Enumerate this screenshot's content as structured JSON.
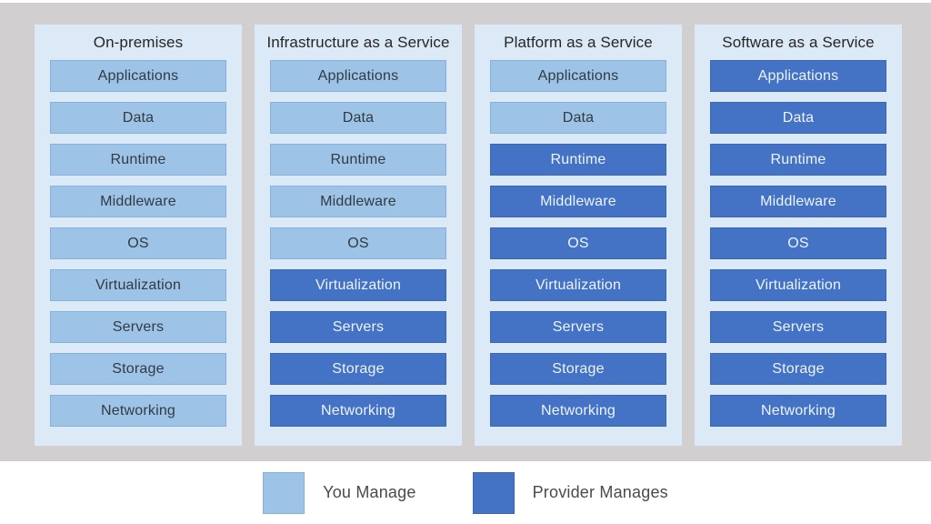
{
  "colors": {
    "canvas_background": "#d1cfcf",
    "footer_background": "#ffffff",
    "panel_background": "#dce9f6",
    "you_manage_fill": "#9dc3e6",
    "you_manage_border": "#86b1dc",
    "provider_manages_fill": "#4472c4",
    "provider_manages_border": "#3d67b1",
    "heading_text": "#262626",
    "you_manage_text": "#333a42",
    "provider_manages_text": "#edf4fb",
    "legend_text": "#4a4a4a"
  },
  "columns": [
    {
      "title": "On-premises",
      "layers": [
        {
          "label": "Applications",
          "managed_by": "you"
        },
        {
          "label": "Data",
          "managed_by": "you"
        },
        {
          "label": "Runtime",
          "managed_by": "you"
        },
        {
          "label": "Middleware",
          "managed_by": "you"
        },
        {
          "label": "OS",
          "managed_by": "you"
        },
        {
          "label": "Virtualization",
          "managed_by": "you"
        },
        {
          "label": "Servers",
          "managed_by": "you"
        },
        {
          "label": "Storage",
          "managed_by": "you"
        },
        {
          "label": "Networking",
          "managed_by": "you"
        }
      ]
    },
    {
      "title": "Infrastructure as a Service",
      "layers": [
        {
          "label": "Applications",
          "managed_by": "you"
        },
        {
          "label": "Data",
          "managed_by": "you"
        },
        {
          "label": "Runtime",
          "managed_by": "you"
        },
        {
          "label": "Middleware",
          "managed_by": "you"
        },
        {
          "label": "OS",
          "managed_by": "you"
        },
        {
          "label": "Virtualization",
          "managed_by": "provider"
        },
        {
          "label": "Servers",
          "managed_by": "provider"
        },
        {
          "label": "Storage",
          "managed_by": "provider"
        },
        {
          "label": "Networking",
          "managed_by": "provider"
        }
      ]
    },
    {
      "title": "Platform as a Service",
      "layers": [
        {
          "label": "Applications",
          "managed_by": "you"
        },
        {
          "label": "Data",
          "managed_by": "you"
        },
        {
          "label": "Runtime",
          "managed_by": "provider"
        },
        {
          "label": "Middleware",
          "managed_by": "provider"
        },
        {
          "label": "OS",
          "managed_by": "provider"
        },
        {
          "label": "Virtualization",
          "managed_by": "provider"
        },
        {
          "label": "Servers",
          "managed_by": "provider"
        },
        {
          "label": "Storage",
          "managed_by": "provider"
        },
        {
          "label": "Networking",
          "managed_by": "provider"
        }
      ]
    },
    {
      "title": "Software as a Service",
      "layers": [
        {
          "label": "Applications",
          "managed_by": "provider"
        },
        {
          "label": "Data",
          "managed_by": "provider"
        },
        {
          "label": "Runtime",
          "managed_by": "provider"
        },
        {
          "label": "Middleware",
          "managed_by": "provider"
        },
        {
          "label": "OS",
          "managed_by": "provider"
        },
        {
          "label": "Virtualization",
          "managed_by": "provider"
        },
        {
          "label": "Servers",
          "managed_by": "provider"
        },
        {
          "label": "Storage",
          "managed_by": "provider"
        },
        {
          "label": "Networking",
          "managed_by": "provider"
        }
      ]
    }
  ],
  "legend": {
    "items": [
      {
        "label": "You Manage",
        "key": "you"
      },
      {
        "label": "Provider Manages",
        "key": "provider"
      }
    ]
  }
}
